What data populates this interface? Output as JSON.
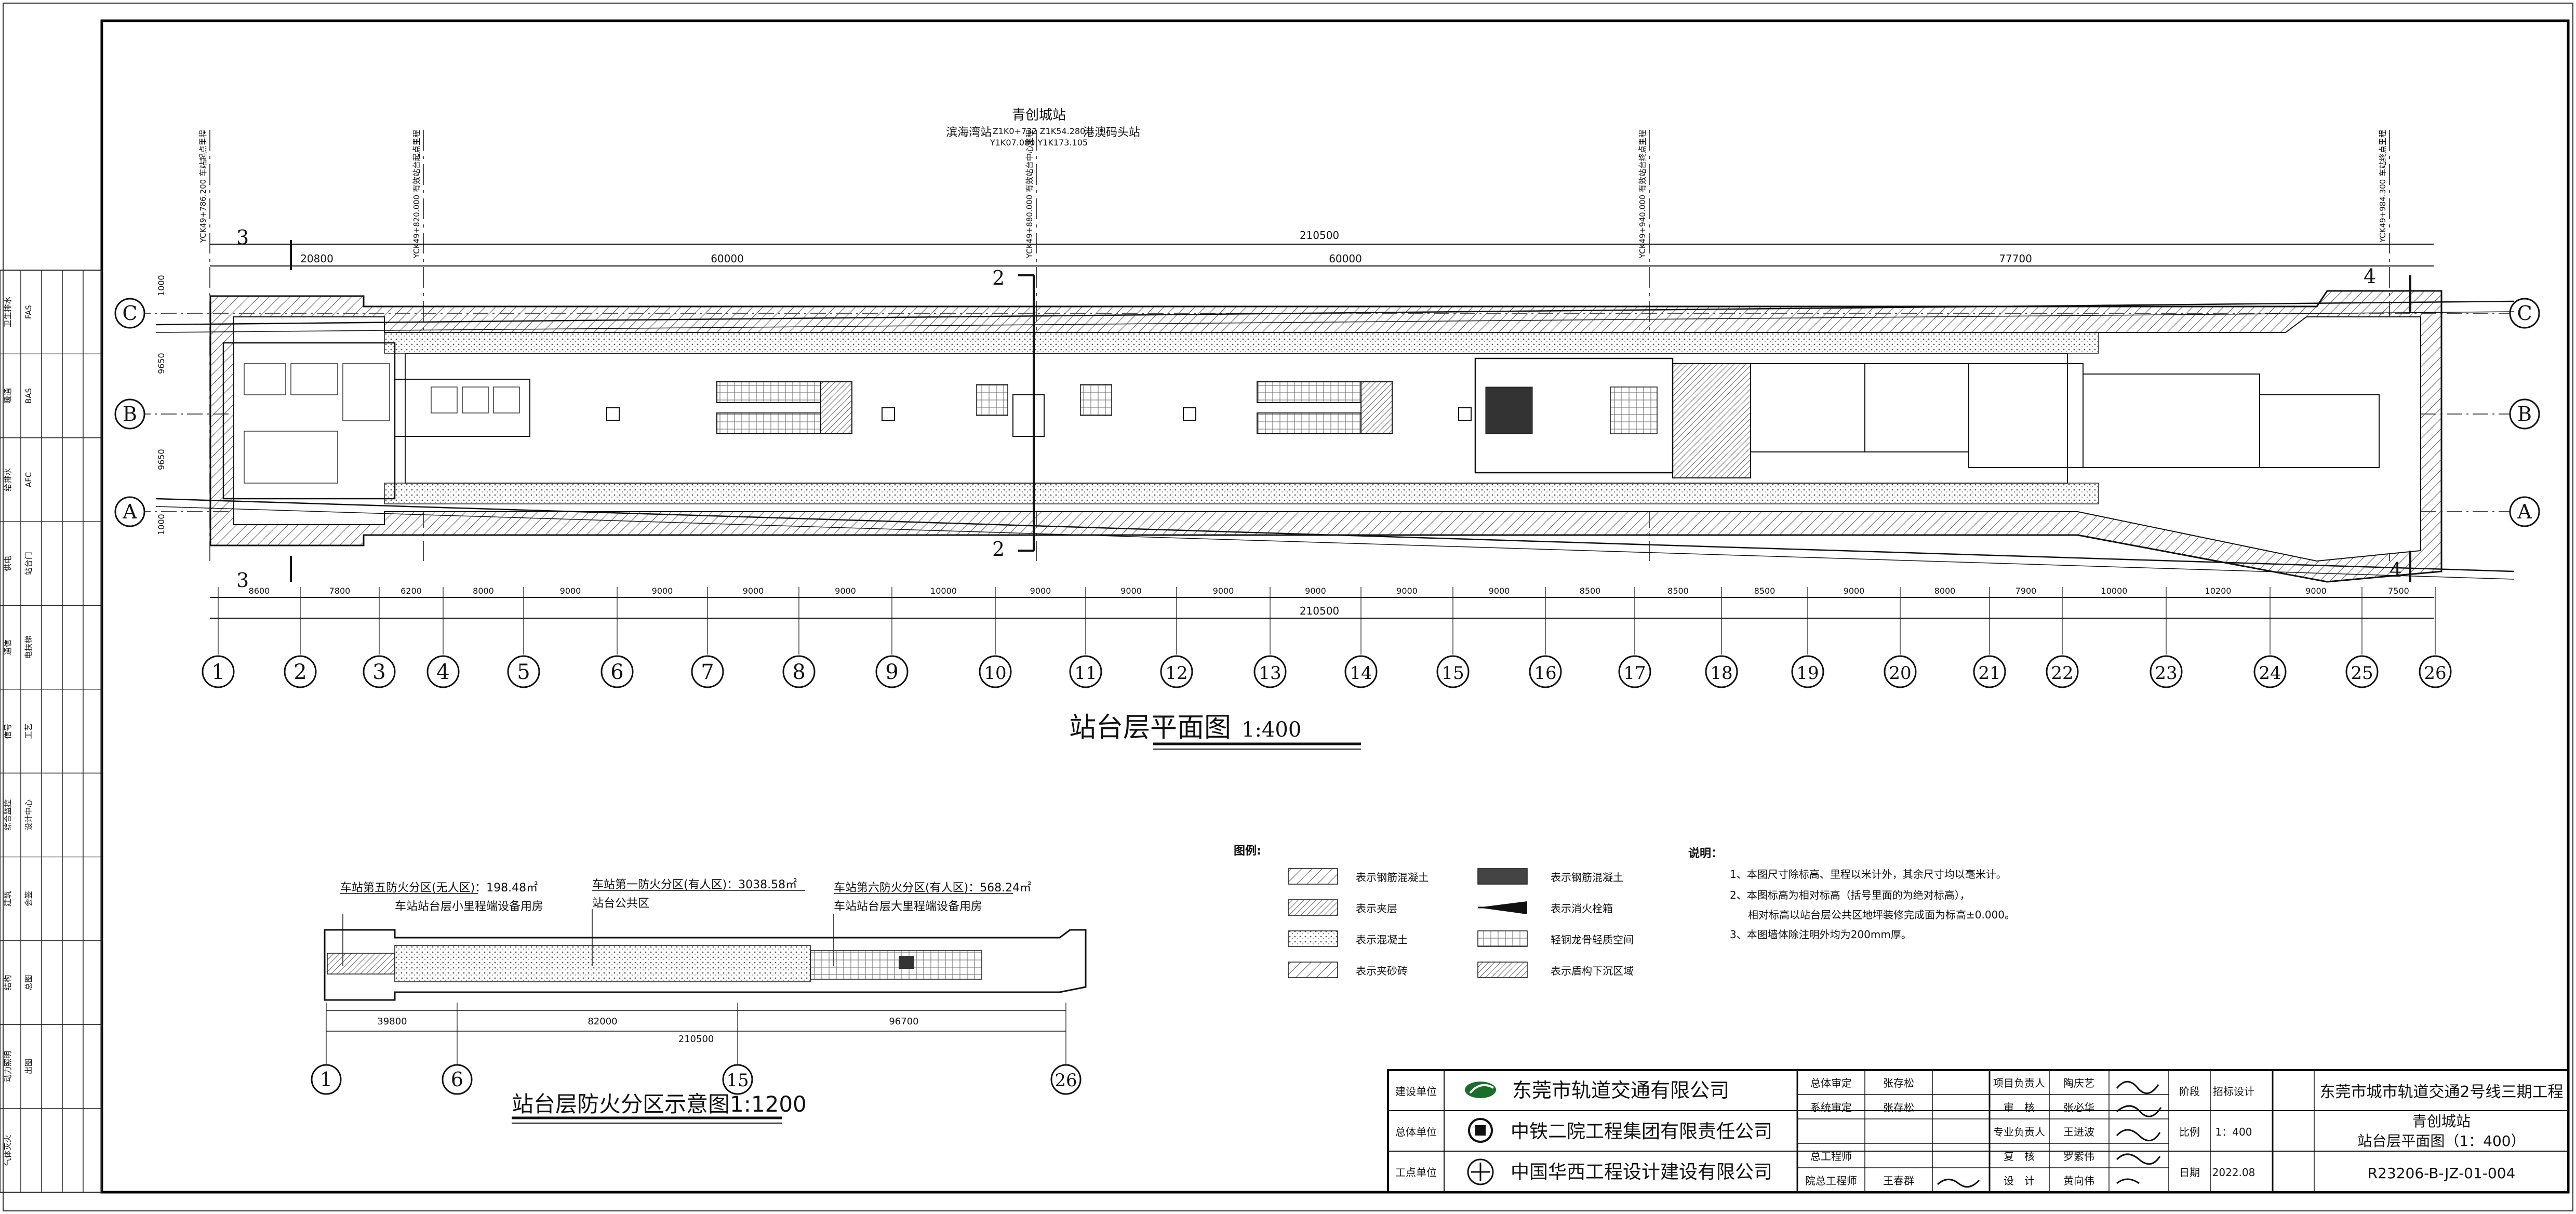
{
  "station": {
    "name": "青创城站",
    "prev": "滨海湾站",
    "next": "港澳码头站",
    "chainage_1": "Z1K0+732 Z1K54.280",
    "chainage_2": "Y1K07.080 Y1K173.105"
  },
  "centerlines": [
    {
      "label": "YCK49+786.200 车站起点里程"
    },
    {
      "label": "YCK49+820.000 有效站台起点里程"
    },
    {
      "label": "YCK49+880.000 有效站台中心里程"
    },
    {
      "label": "YCK49+940.000 有效站台终点里程"
    },
    {
      "label": "YCK49+984.300 车站终点里程"
    }
  ],
  "axes_letters": [
    "A",
    "B",
    "C"
  ],
  "axis_numbers": [
    "1",
    "2",
    "3",
    "4",
    "5",
    "6",
    "7",
    "8",
    "9",
    "10",
    "11",
    "12",
    "13",
    "14",
    "15",
    "16",
    "17",
    "18",
    "19",
    "20",
    "21",
    "22",
    "23",
    "24",
    "25",
    "26"
  ],
  "top_dims": {
    "total": "210500",
    "segments": [
      "20800",
      "60000",
      "60000",
      "77700"
    ]
  },
  "bottom_dims": {
    "total": "210500",
    "segments": [
      "8600",
      "7800",
      "6200",
      "8000",
      "9000",
      "9000",
      "9000",
      "9000",
      "10000",
      "9000",
      "9000",
      "9000",
      "9000",
      "9000",
      "9000",
      "8500",
      "8500",
      "8500",
      "9000",
      "8000",
      "7900",
      "10000",
      "10200",
      "9000",
      "7500"
    ]
  },
  "vertical_dims": [
    "1000",
    "9650",
    "9650",
    "1000"
  ],
  "sections": {
    "s2": "2",
    "s3": "3",
    "s4": "4"
  },
  "plan_title": "站台层平面图",
  "plan_scale": "1:400",
  "fire": {
    "title": "站台层防火分区示意图1:1200",
    "zone5_label": "车站第五防火分区(无人区)：198.48㎡",
    "zone5_desc": "车站站台层小里程端设备用房",
    "zone1_label": "车站第一防火分区(有人区)：3038.58㎡",
    "zone1_desc": "站台公共区",
    "zone6_label": "车站第六防火分区(有人区)：568.24㎡",
    "zone6_desc": "车站站台层大里程端设备用房",
    "dims": [
      "39800",
      "82000",
      "96700"
    ],
    "total": "210500",
    "axes": [
      "1",
      "6",
      "15",
      "26"
    ]
  },
  "legend": {
    "title": "图例:",
    "items": [
      "表示钢筋混凝土",
      "表示钢筋混凝土",
      "表示夹层",
      "表示消火栓箱",
      "表示混凝土",
      "轻钢龙骨轻质空间",
      "表示夹砂砖",
      "表示盾构下沉区域"
    ]
  },
  "notes": {
    "title": "说明：",
    "lines": [
      "1、本图尺寸除标高、里程以米计外，其余尺寸均以毫米计。",
      "2、本图标高为相对标高（括号里面的为绝对标高），",
      "相对标高以站台层公共区地坪装修完成面为标高±0.000。",
      "3、本图墙体除注明外均为200mm厚。"
    ]
  },
  "title_block": {
    "r1_label": "建设单位",
    "r1_company": "东莞市轨道交通有限公司",
    "r2_label": "总体单位",
    "r2_company": "中铁二院工程集团有限责任公司",
    "r3_label": "工点单位",
    "r3_company": "中国华西工程设计建设有限公司",
    "roles": [
      {
        "role": "总体审定",
        "name": "张存松"
      },
      {
        "role": "系统审定",
        "name": "张存松"
      },
      {
        "role": "总工程师",
        "name": ""
      },
      {
        "role": "院总工程师",
        "name": "王春群"
      }
    ],
    "roles2": [
      {
        "role": "项目负责人",
        "name": "陶庆艺"
      },
      {
        "role": "审　核",
        "name": "张必华"
      },
      {
        "role": "专业负责人",
        "name": "王进波"
      },
      {
        "role": "复　核",
        "name": "罗紫伟"
      },
      {
        "role": "设　计",
        "name": "黄向伟"
      }
    ],
    "stage_label": "阶段",
    "stage": "招标设计",
    "scale_label": "比例",
    "scale": "1：400",
    "date_label": "日期",
    "date": "2022.08",
    "project": "东莞市城市轨道交通2号线三期工程",
    "drawing_station": "青创城站",
    "drawing_name": "站台层平面图（1：400）",
    "drawing_no": "R23206-B-JZ-01-004"
  },
  "left_strip": [
    "卫生排水",
    "暖通",
    "给排水",
    "供电",
    "通信",
    "信号",
    "综合监控",
    "建筑",
    "结构",
    "动力照明",
    "气体灭火",
    "FAS",
    "BAS",
    "AFC",
    "站台门",
    "电扶梯",
    "工艺",
    "设计中心",
    "会签",
    "总图",
    "出图"
  ]
}
